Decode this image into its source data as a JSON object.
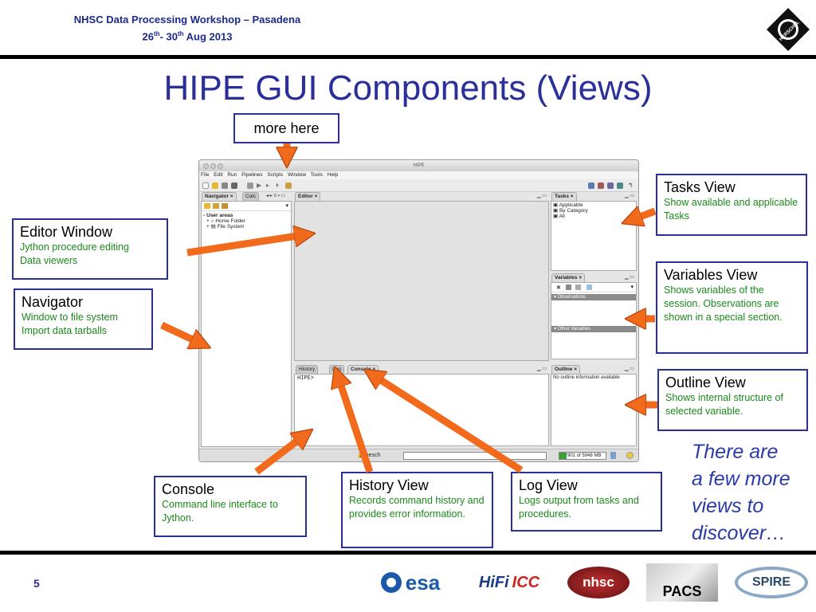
{
  "header": {
    "line1": "NHSC Data Processing Workshop – Pasadena",
    "d1": "26",
    "s1": "th",
    "dash": "- 30",
    "s2": "th",
    "tail": " Aug 2013"
  },
  "slide_title": "HIPE GUI Components (Views)",
  "more_here": "more here",
  "callouts": {
    "tasks": {
      "heading": "Tasks View",
      "desc": "Show available and applicable Tasks"
    },
    "editor": {
      "heading": "Editor Window",
      "line1": "Jython procedure editing",
      "line2": "Data viewers"
    },
    "navigator": {
      "heading": "Navigator",
      "line1": "Window to file system",
      "line2": "Import data tarballs"
    },
    "variables": {
      "heading": "Variables View",
      "desc": "Shows variables of the session. Observations are shown in a special section."
    },
    "outline": {
      "heading": "Outline View",
      "desc": "Shows internal structure of selected variable."
    },
    "console": {
      "heading": "Console",
      "desc": "Command line interface to Jython."
    },
    "history": {
      "heading": "History View",
      "desc": "Records command history and provides error information."
    },
    "log": {
      "heading": "Log View",
      "desc": "Logs output from tasks and procedures."
    }
  },
  "discover": [
    "There are",
    "a few more",
    "views to",
    "discover…"
  ],
  "hipe": {
    "window_title": "HIPE",
    "menu": [
      "File",
      "Edit",
      "Run",
      "Pipelines",
      "Scripts",
      "Window",
      "Tools",
      "Help"
    ],
    "navigator_tab": "Navigator ×",
    "calc_tab": "Calc",
    "nav_tree": [
      "User areas",
      "Home Folder",
      "File System"
    ],
    "editor_tab": "Editor ×",
    "tasks_tab": "Tasks ×",
    "tasks_items": [
      "Applicable",
      "By Category",
      "All"
    ],
    "variables_tab": "Variables ×",
    "observations": "Observations",
    "other_variables": "Other Variables",
    "history_tab": "History",
    "log_tab": "Log",
    "console_tab": "Console ×",
    "console_prompt": "HIPE>",
    "outline_tab": "Outline ×",
    "outline_text": "No outline information available",
    "status_user": "besch",
    "memory": "901 of 5948 MB",
    "memory_fraction": 0.15
  },
  "page_number": "5",
  "logos": [
    "esa",
    "HiFi",
    "ICC",
    "nhsc",
    "PACS",
    "SPIRE",
    "HERSCHEL"
  ]
}
